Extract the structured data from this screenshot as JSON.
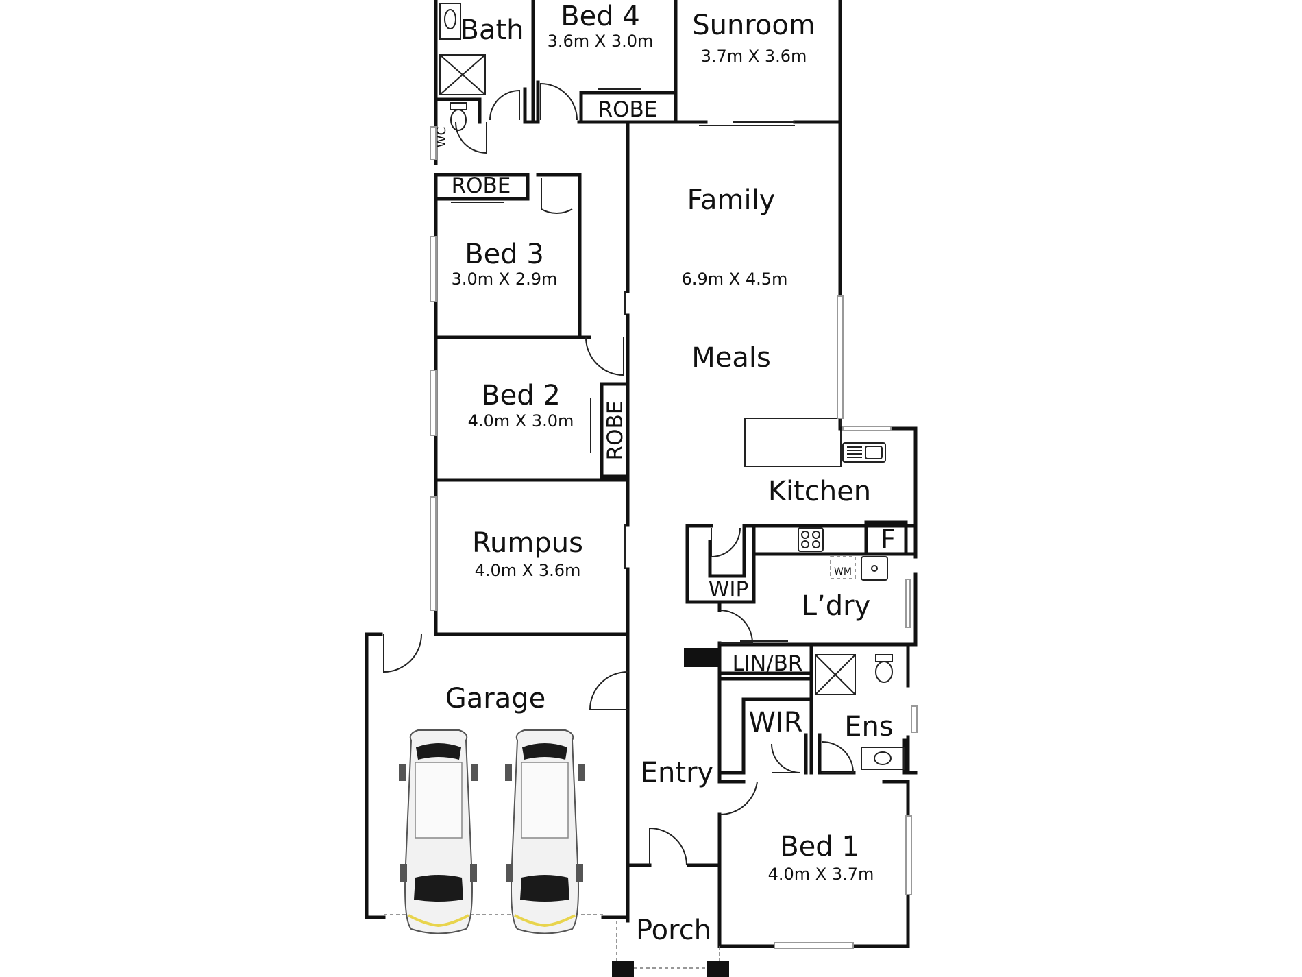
{
  "rooms": {
    "bath": {
      "name": "Bath"
    },
    "bed4": {
      "name": "Bed 4",
      "size": "3.6m X 3.0m"
    },
    "sunroom": {
      "name": "Sunroom",
      "size": "3.7m X 3.6m"
    },
    "wc": {
      "name": "WC"
    },
    "robe_bed4": {
      "name": "ROBE"
    },
    "robe_bed3": {
      "name": "ROBE"
    },
    "robe_bed2": {
      "name": "ROBE"
    },
    "family": {
      "name": "Family",
      "size": "6.9m X 4.5m"
    },
    "meals": {
      "name": "Meals"
    },
    "bed3": {
      "name": "Bed 3",
      "size": "3.0m X 2.9m"
    },
    "bed2": {
      "name": "Bed 2",
      "size": "4.0m X 3.0m"
    },
    "kitchen": {
      "name": "Kitchen",
      "fridge": "F"
    },
    "rumpus": {
      "name": "Rumpus",
      "size": "4.0m X 3.6m"
    },
    "wip": {
      "name": "WIP"
    },
    "laundry": {
      "name": "L’dry",
      "washer": "WM"
    },
    "garage": {
      "name": "Garage"
    },
    "linen": {
      "name": "LIN/BR"
    },
    "wir": {
      "name": "WIR"
    },
    "ensuite": {
      "name": "Ens"
    },
    "entry": {
      "name": "Entry"
    },
    "bed1": {
      "name": "Bed 1",
      "size": "4.0m X 3.7m"
    },
    "porch": {
      "name": "Porch"
    }
  },
  "icons": [
    "sink-icon",
    "toilet-icon",
    "shower-icon",
    "cooktop-icon",
    "car-icon",
    "door-swing-icon",
    "window-icon"
  ],
  "colors": {
    "walls": "#111111",
    "background": "#ffffff",
    "car_body": "#f2f2f2",
    "car_glass": "#1a1a1a",
    "car_light": "#e8d44d"
  }
}
